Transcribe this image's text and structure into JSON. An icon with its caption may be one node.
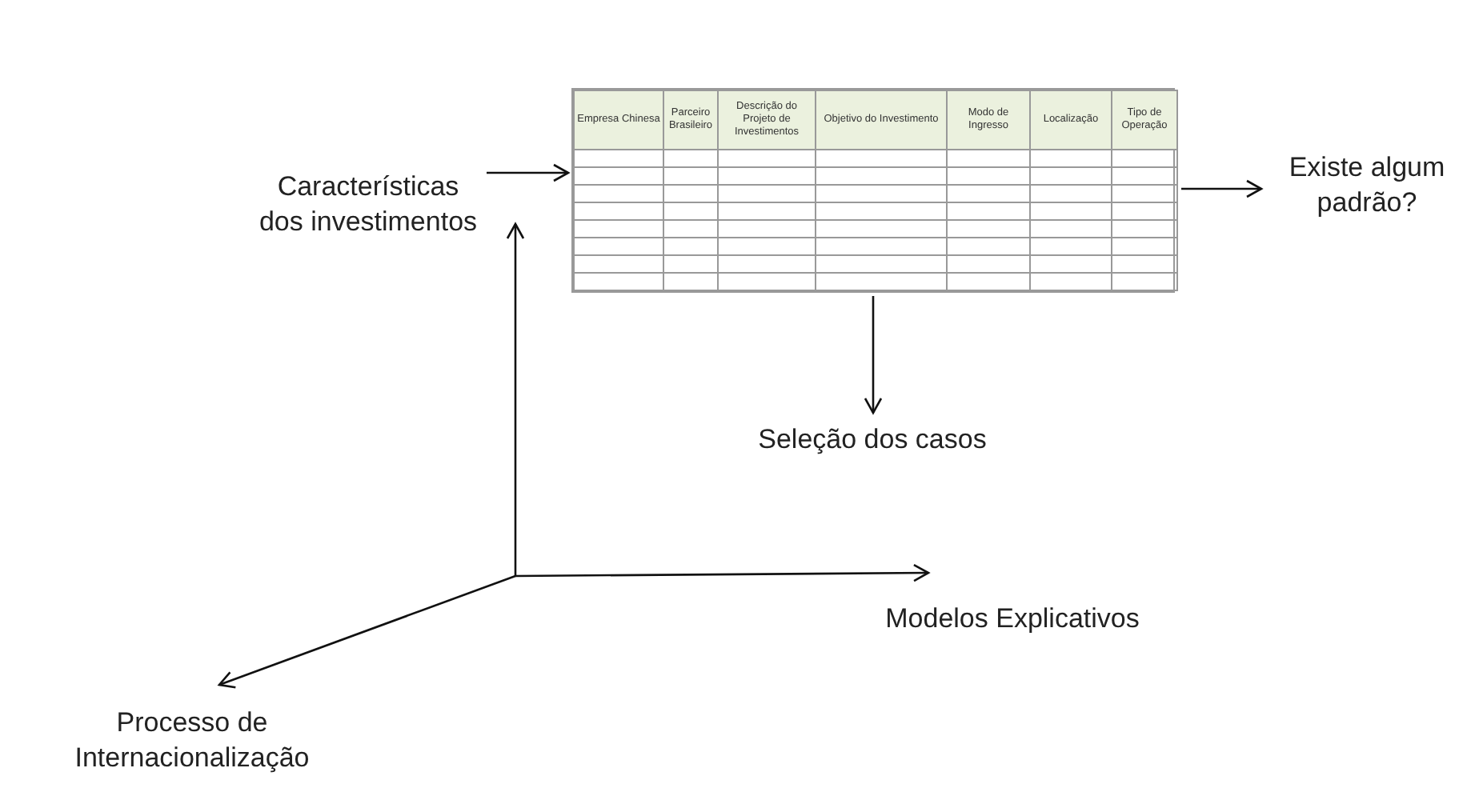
{
  "diagram": {
    "nodes": [
      {
        "text": [
          "Características dos investimentos"
        ]
      },
      {
        "text": [
          "Empresa Chinesa",
          "Parceiro Brasileiro",
          "Descrição do Projeto de Investimentos",
          "Objetivo do Investimento",
          "Modo de Ingresso",
          "Localização",
          "Tipo de Operação"
        ]
      },
      {
        "text": [
          "Existe algum padrão?"
        ]
      },
      {
        "text": [
          "Seleção dos casos"
        ]
      }
    ],
    "edges": [
      {
        "from": 0,
        "to": 1,
        "arrow": "to"
      },
      {
        "from": 1,
        "to": 2,
        "arrow": "to"
      },
      {
        "from": 1,
        "to": 3,
        "arrow": "to"
      }
    ],
    "labels": [
      "Modelos Explicativos",
      "Processo de Internacionalização"
    ]
  }
}
